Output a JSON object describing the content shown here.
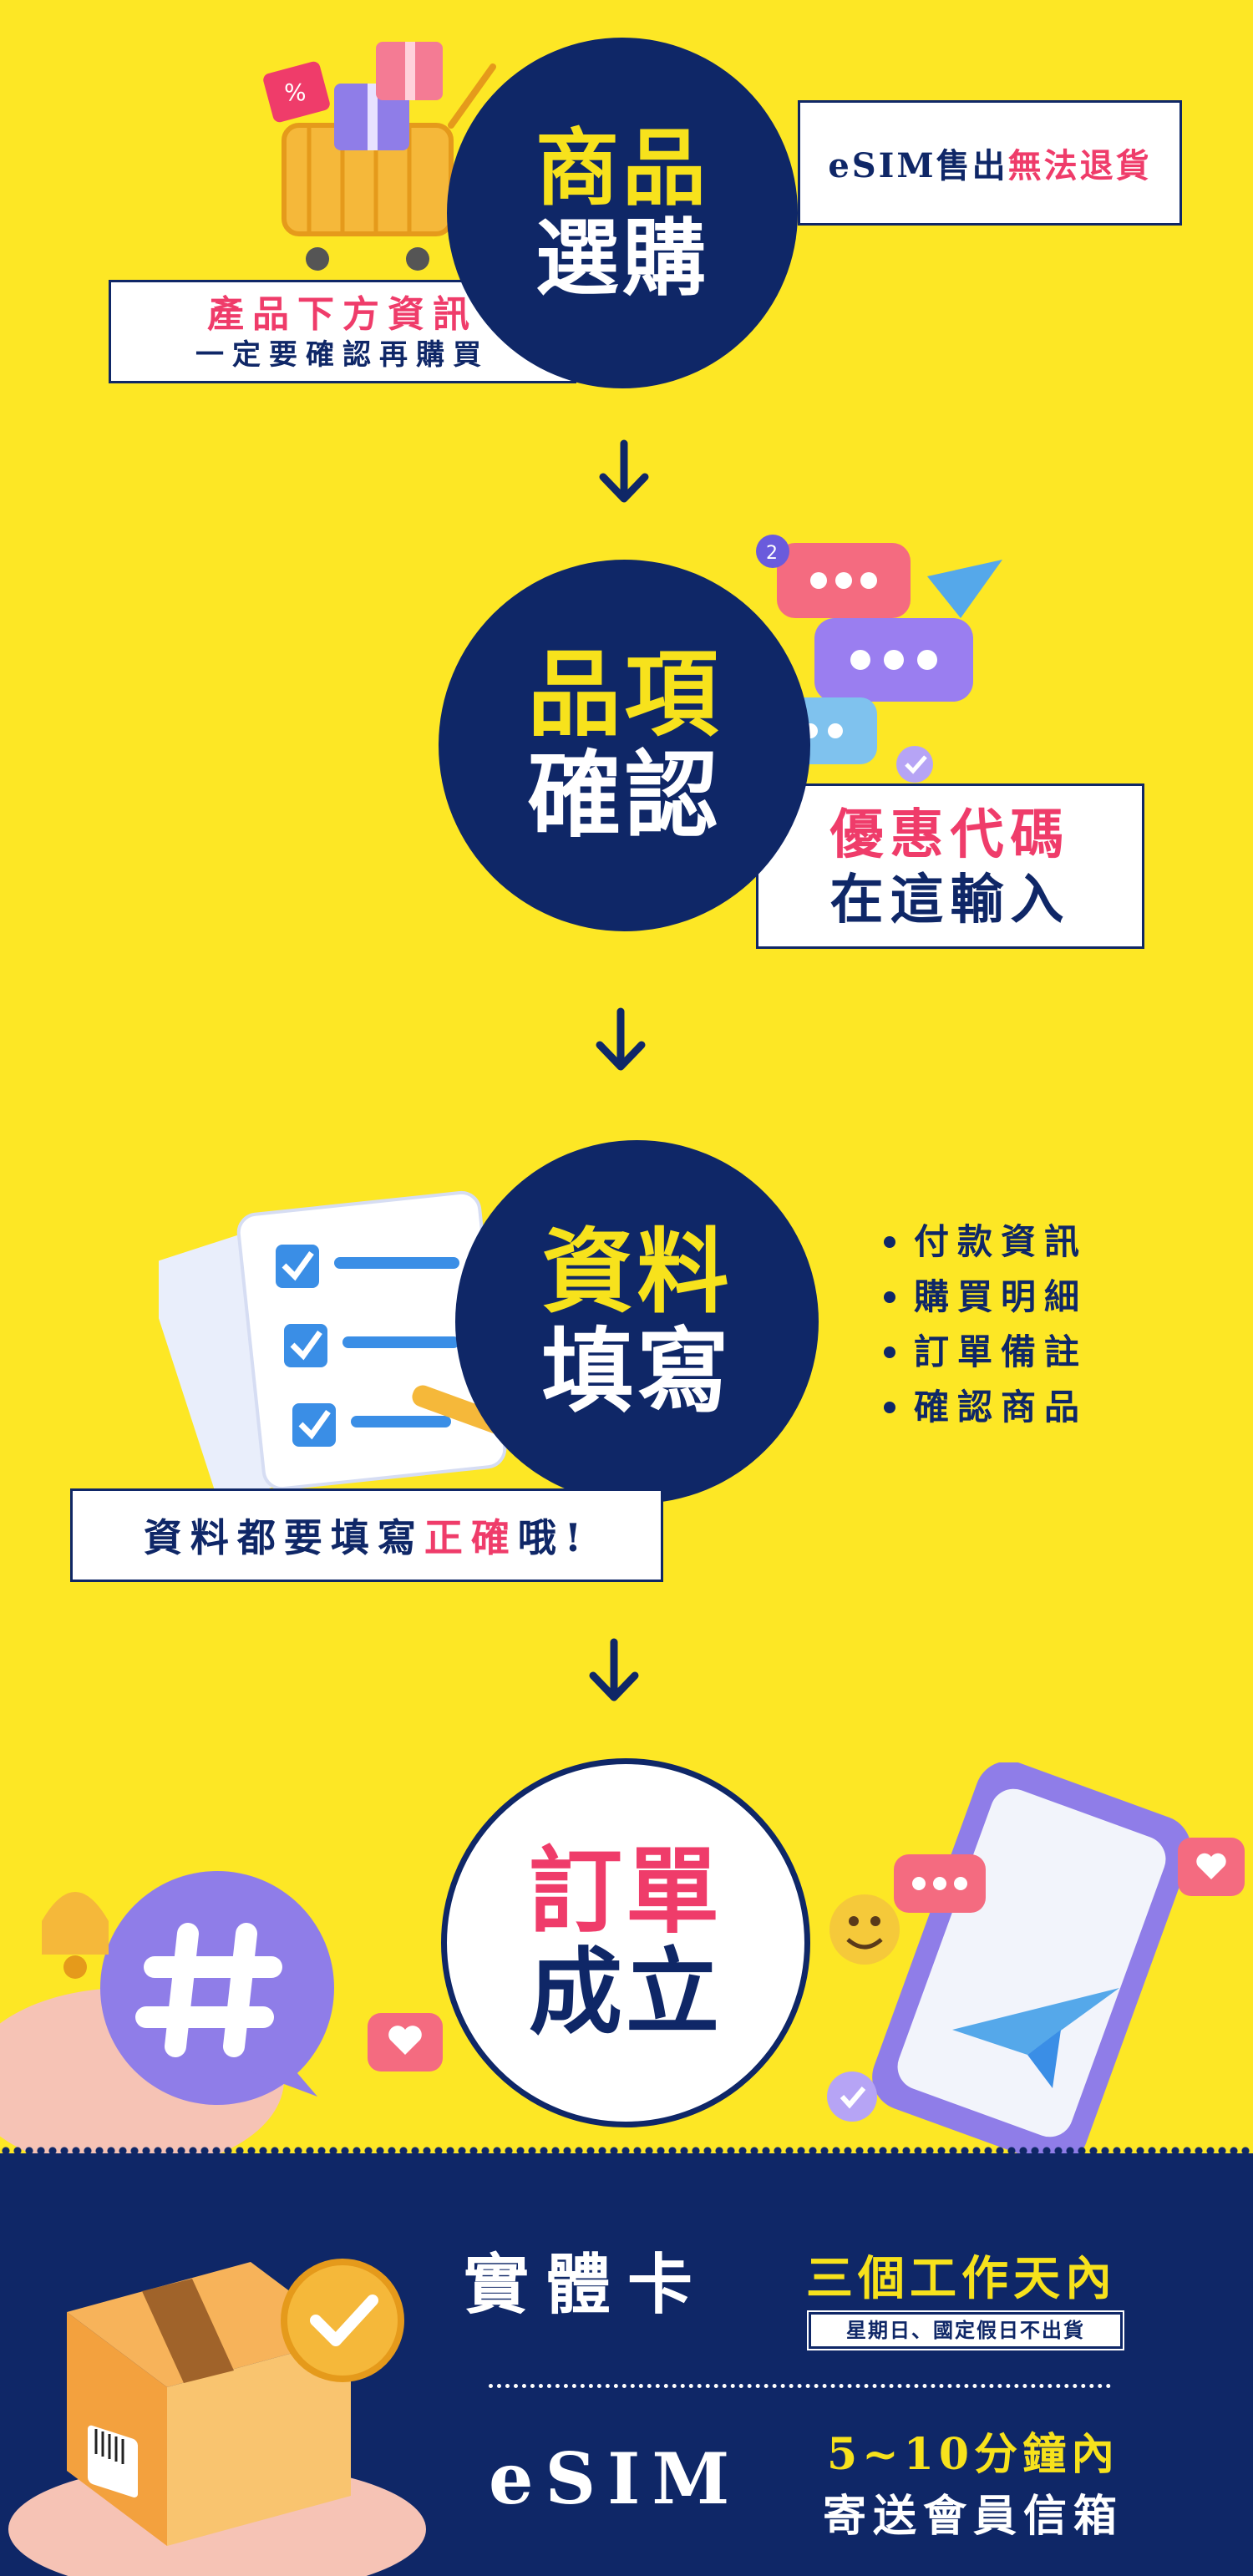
{
  "colors": {
    "background": "#fde725",
    "navy": "#0f2767",
    "accent_yellow": "#f7e21c",
    "accent_pink": "#ef3c6a",
    "white": "#ffffff"
  },
  "step1": {
    "circle_line1": "商品",
    "circle_line2": "選購",
    "note_right_a": "eSIM售出",
    "note_right_b": "無法退貨",
    "note_left_line1": "產品下方資訊",
    "note_left_line2": "一定要確認再購買",
    "icon": "shopping-cart-icon"
  },
  "step2": {
    "circle_line1": "品項",
    "circle_line2": "確認",
    "note_line1": "優惠代碼",
    "note_line2": "在這輸入",
    "icon": "chat-bubbles-icon"
  },
  "step3": {
    "circle_line1": "資料",
    "circle_line2": "填寫",
    "bullets": [
      "付款資訊",
      "購買明細",
      "訂單備註",
      "確認商品"
    ],
    "note_a": "資料都要填寫",
    "note_b": "正確",
    "note_c": "哦!",
    "icon": "checklist-icon"
  },
  "step4": {
    "circle_line1": "訂單",
    "circle_line2": "成立",
    "icon_left": "hashtag-bubble-icon",
    "icon_right": "phone-paper-plane-icon"
  },
  "footer": {
    "physical_label": "實體卡",
    "physical_time": "三個工作天內",
    "physical_note": "星期日、國定假日不出貨",
    "esim_label": "eSIM",
    "esim_time": "5~10分鐘內",
    "esim_note": "寄送會員信箱",
    "icon": "package-box-icon"
  }
}
